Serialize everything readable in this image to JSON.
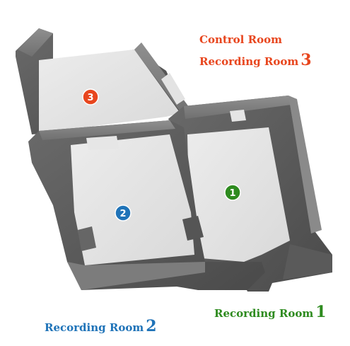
{
  "labels": {
    "control_room": "Control Room",
    "recording_room_3_text": "Recording Room",
    "recording_room_3_num": "3",
    "recording_room_1_text": "Recording Room",
    "recording_room_1_num": "1",
    "recording_room_2_text": "Recording Room",
    "recording_room_2_num": "2"
  },
  "markers": {
    "room1": "1",
    "room2": "2",
    "room3": "3"
  },
  "colors": {
    "control_and_room3": "#e8461e",
    "room1": "#2e8b1f",
    "room2": "#1f73b8"
  }
}
